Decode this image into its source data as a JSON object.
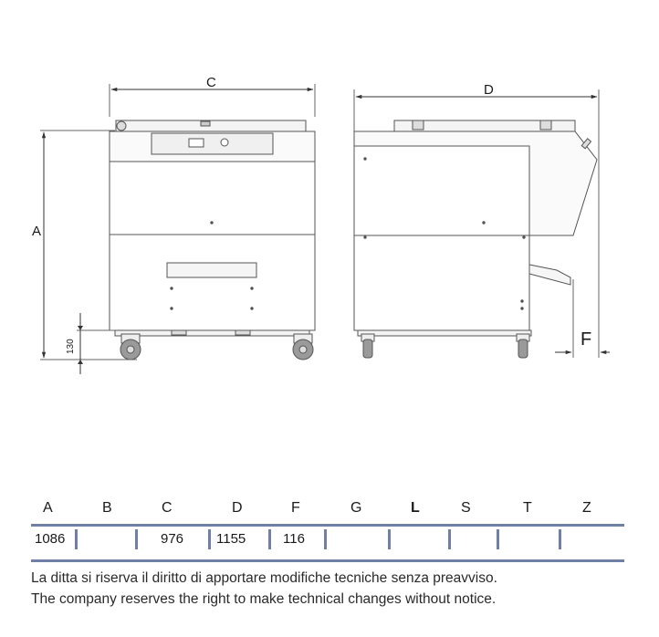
{
  "drawing": {
    "labels": {
      "front_height": "A",
      "front_width": "C",
      "side_depth": "D",
      "side_f": "F",
      "wheel_height": "130"
    }
  },
  "spec_table": {
    "headers": [
      "A",
      "B",
      "C",
      "D",
      "F",
      "G",
      "L",
      "S",
      "T",
      "Z"
    ],
    "values": [
      "1086",
      "",
      "976",
      "1155",
      "116",
      "",
      "",
      "",
      "",
      ""
    ]
  },
  "notes": {
    "italian": "La ditta si riserva il diritto di apportare modifiche tecniche senza preavviso.",
    "english": "The company reserves the right to make technical changes without notice."
  }
}
